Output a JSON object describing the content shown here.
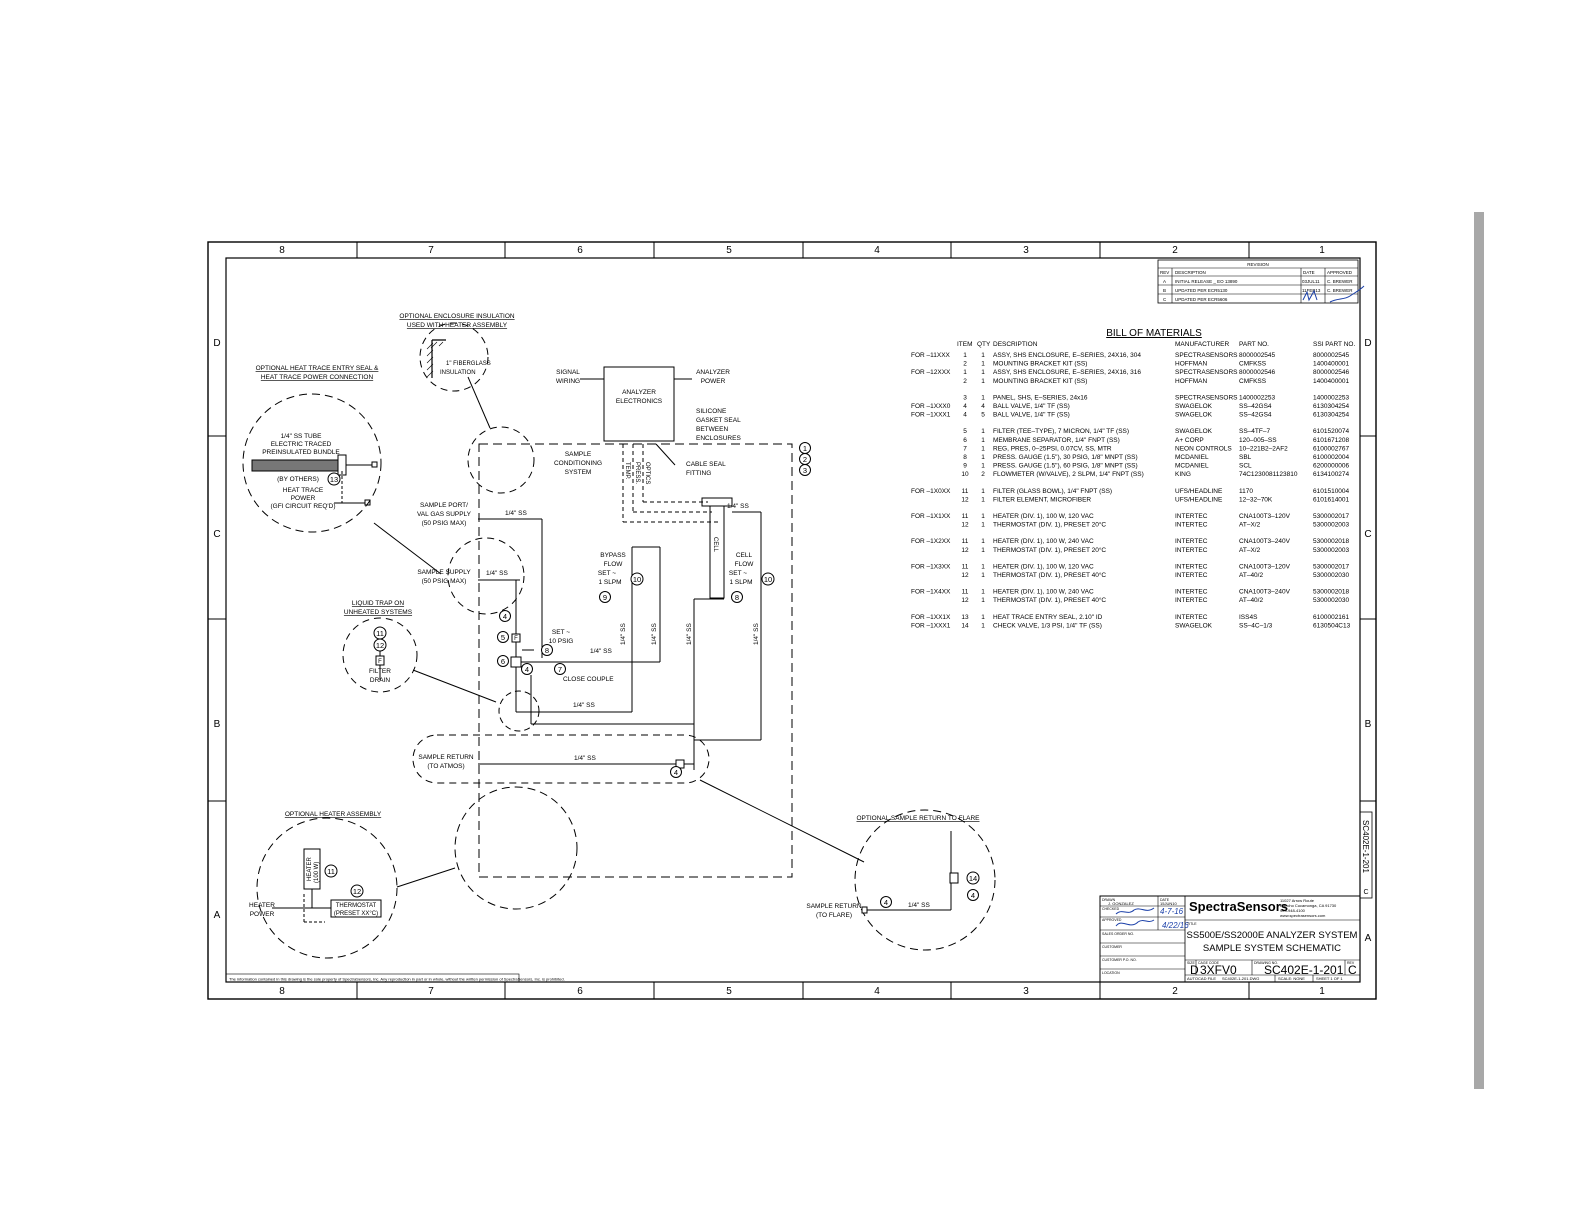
{
  "border": {
    "cols": [
      "8",
      "7",
      "6",
      "5",
      "4",
      "3",
      "2",
      "1"
    ],
    "rows": [
      "D",
      "C",
      "B",
      "A"
    ]
  },
  "revision": {
    "title": "REVISION",
    "headers": [
      "REV",
      "DESCRIPTION",
      "DATE",
      "APPROVED"
    ],
    "rows": [
      [
        "A",
        "INITIAL RELEASE _ EO 13890",
        "03JUL11",
        "C. BREWER"
      ],
      [
        "B",
        "UPDATED PER ECR5130",
        "11FEB13",
        "C. BREWER"
      ],
      [
        "C",
        "UPDATED PER ECR5606",
        "",
        ""
      ]
    ]
  },
  "bom": {
    "title": "BILL OF MATERIALS",
    "headers": {
      "item": "ITEM",
      "qty": "QTY",
      "desc": "DESCRIPTION",
      "mfr": "MANUFACTURER",
      "part": "PART NO.",
      "ssi": "SSI PART NO."
    },
    "rows": [
      {
        "for": "FOR –11XXX",
        "item": "1",
        "qty": "1",
        "desc": "ASSY, SHS ENCLOSURE, E–SERIES, 24X16, 304",
        "mfr": "SPECTRASENSORS",
        "part": "8000002545",
        "ssi": "8000002545"
      },
      {
        "for": "",
        "item": "2",
        "qty": "1",
        "desc": "MOUNTING BRACKET KIT (SS)",
        "mfr": "HOFFMAN",
        "part": "CMFKSS",
        "ssi": "1400400001"
      },
      {
        "for": "FOR –12XXX",
        "item": "1",
        "qty": "1",
        "desc": "ASSY, SHS ENCLOSURE, E–SERIES, 24X16, 316",
        "mfr": "SPECTRASENSORS",
        "part": "8000002546",
        "ssi": "8000002546"
      },
      {
        "for": "",
        "item": "2",
        "qty": "1",
        "desc": "MOUNTING BRACKET KIT (SS)",
        "mfr": "HOFFMAN",
        "part": "CMFKSS",
        "ssi": "1400400001"
      },
      {
        "for": "",
        "item": "3",
        "qty": "1",
        "desc": "PANEL, SHS, E–SERIES, 24x16",
        "mfr": "SPECTRASENSORS",
        "part": "1400002253",
        "ssi": "1400002253"
      },
      {
        "for": "FOR –1XXX0",
        "item": "4",
        "qty": "4",
        "desc": "BALL VALVE, 1/4\" TF (SS)",
        "mfr": "SWAGELOK",
        "part": "SS–42GS4",
        "ssi": "6130304254"
      },
      {
        "for": "FOR –1XXX1",
        "item": "4",
        "qty": "5",
        "desc": "BALL VALVE, 1/4\" TF (SS)",
        "mfr": "SWAGELOK",
        "part": "SS–42GS4",
        "ssi": "6130304254"
      },
      {
        "for": "",
        "item": "5",
        "qty": "1",
        "desc": "FILTER (TEE–TYPE), 7 MICRON, 1/4\" TF (SS)",
        "mfr": "SWAGELOK",
        "part": "SS–4TF–7",
        "ssi": "6101520074"
      },
      {
        "for": "",
        "item": "6",
        "qty": "1",
        "desc": "MEMBRANE SEPARATOR, 1/4\" FNPT (SS)",
        "mfr": "A+ CORP",
        "part": "120–005–SS",
        "ssi": "6101671208"
      },
      {
        "for": "",
        "item": "7",
        "qty": "1",
        "desc": "REG, PRES, 0–25PSI, 0.07CV, SS, MTR",
        "mfr": "NEON CONTROLS",
        "part": "10–221B2–2AF2",
        "ssi": "6100002767"
      },
      {
        "for": "",
        "item": "8",
        "qty": "1",
        "desc": "PRESS. GAUGE (1.5\"), 30 PSIG, 1/8\" MNPT (SS)",
        "mfr": "MCDANIEL",
        "part": "SBL",
        "ssi": "6100002004"
      },
      {
        "for": "",
        "item": "9",
        "qty": "1",
        "desc": "PRESS. GAUGE (1.5\"), 60 PSIG, 1/8\" MNPT (SS)",
        "mfr": "MCDANIEL",
        "part": "SCL",
        "ssi": "6200000006"
      },
      {
        "for": "",
        "item": "10",
        "qty": "2",
        "desc": "FLOWMETER (W/VALVE), 2 SLPM, 1/4\" FNPT (SS)",
        "mfr": "KING",
        "part": "74C1230081123810",
        "ssi": "6134100274"
      },
      {
        "for": "FOR –1X0XX",
        "item": "11",
        "qty": "1",
        "desc": "FILTER (GLASS BOWL), 1/4\" FNPT (SS)",
        "mfr": "UFS/HEADLINE",
        "part": "1170",
        "ssi": "6101510004"
      },
      {
        "for": "",
        "item": "12",
        "qty": "1",
        "desc": "FILTER ELEMENT, MICROFIBER",
        "mfr": "UFS/HEADLINE",
        "part": "12–32–70K",
        "ssi": "6101614001"
      },
      {
        "for": "FOR –1X1XX",
        "item": "11",
        "qty": "1",
        "desc": "HEATER (DIV. 1), 100 W, 120 VAC",
        "mfr": "INTERTEC",
        "part": "CNA100T3–120V",
        "ssi": "5300002017"
      },
      {
        "for": "",
        "item": "12",
        "qty": "1",
        "desc": "THERMOSTAT (DIV. 1), PRESET 20°C",
        "mfr": "INTERTEC",
        "part": "AT–X/2",
        "ssi": "5300002003"
      },
      {
        "for": "FOR –1X2XX",
        "item": "11",
        "qty": "1",
        "desc": "HEATER (DIV. 1), 100 W, 240 VAC",
        "mfr": "INTERTEC",
        "part": "CNA100T3–240V",
        "ssi": "5300002018"
      },
      {
        "for": "",
        "item": "12",
        "qty": "1",
        "desc": "THERMOSTAT (DIV. 1), PRESET 20°C",
        "mfr": "INTERTEC",
        "part": "AT–X/2",
        "ssi": "5300002003"
      },
      {
        "for": "FOR –1X3XX",
        "item": "11",
        "qty": "1",
        "desc": "HEATER (DIV. 1), 100 W, 120 VAC",
        "mfr": "INTERTEC",
        "part": "CNA100T3–120V",
        "ssi": "5300002017"
      },
      {
        "for": "",
        "item": "12",
        "qty": "1",
        "desc": "THERMOSTAT (DIV. 1), PRESET 40°C",
        "mfr": "INTERTEC",
        "part": "AT–40/2",
        "ssi": "5300002030"
      },
      {
        "for": "FOR –1X4XX",
        "item": "11",
        "qty": "1",
        "desc": "HEATER (DIV. 1), 100 W, 240 VAC",
        "mfr": "INTERTEC",
        "part": "CNA100T3–240V",
        "ssi": "5300002018"
      },
      {
        "for": "",
        "item": "12",
        "qty": "1",
        "desc": "THERMOSTAT (DIV. 1), PRESET 40°C",
        "mfr": "INTERTEC",
        "part": "AT–40/2",
        "ssi": "5300002030"
      },
      {
        "for": "FOR –1XX1X",
        "item": "13",
        "qty": "1",
        "desc": "HEAT TRACE ENTRY SEAL, 2.10\" ID",
        "mfr": "INTERTEC",
        "part": "ISS4S",
        "ssi": "6100002161"
      },
      {
        "for": "FOR –1XXX1",
        "item": "14",
        "qty": "1",
        "desc": "CHECK VALVE, 1/3 PSI, 1/4\" TF (SS)",
        "mfr": "SWAGELOK",
        "part": "SS–4C–1/3",
        "ssi": "6130504C13"
      }
    ]
  },
  "labels": {
    "enclosure_insulation": [
      "OPTIONAL ENCLOSURE INSULATION",
      "USED WITH HEATER ASSEMBLY"
    ],
    "fiberglass": [
      "1\" FIBERGLASS",
      "INSULATION"
    ],
    "heat_trace_title": [
      "OPTIONAL HEAT TRACE ENTRY SEAL &",
      "HEAT TRACE POWER CONNECTION"
    ],
    "tube_bundle": [
      "1/4\" SS TUBE",
      "ELECTRIC TRACED",
      "PREINSULATED BUNDLE"
    ],
    "by_others": "(BY OTHERS)",
    "heat_trace_power": [
      "HEAT TRACE",
      "POWER",
      "(GFI CIRCUIT REQ'D)"
    ],
    "signal_wiring": [
      "SIGNAL",
      "WIRING"
    ],
    "analyzer_power": [
      "ANALYZER",
      "POWER"
    ],
    "analyzer_electronics": [
      "ANALYZER",
      "ELECTRONICS"
    ],
    "silicone_seal": [
      "SILICONE",
      "GASKET SEAL",
      "BETWEEN",
      "ENCLOSURES"
    ],
    "cable_seal": [
      "CABLE SEAL",
      "FITTING"
    ],
    "sample_conditioning": [
      "SAMPLE",
      "CONDITIONING",
      "SYSTEM"
    ],
    "sensor_lines": [
      "TEMP.",
      "PRESS.",
      "OPTICS"
    ],
    "sample_port": [
      "SAMPLE PORT/",
      "VAL GAS SUPPLY",
      "(50 PSIG MAX)"
    ],
    "sample_supply": [
      "SAMPLE SUPPLY",
      "(50 PSIG MAX)"
    ],
    "liquid_trap": [
      "LIQUID TRAP ON",
      "UNHEATED SYSTEMS"
    ],
    "filter_drain": [
      "FILTER",
      "DRAIN"
    ],
    "bypass_flow": [
      "BYPASS",
      "FLOW",
      "SET ~",
      "1 SLPM"
    ],
    "cell_flow": [
      "CELL",
      "FLOW",
      "SET ~",
      "1 SLPM"
    ],
    "cell": "CELL",
    "set_psig": [
      "SET ~",
      "10 PSIG"
    ],
    "close_couple": "CLOSE COUPLE",
    "tube": "1/4\" SS",
    "sample_return": [
      "SAMPLE RETURN",
      "(TO ATMOS)"
    ],
    "heater_assembly_title": "OPTIONAL HEATER ASSEMBLY",
    "heater": [
      "HEATER",
      "(100 W)"
    ],
    "thermostat": [
      "THERMOSTAT",
      "(PRESET XX°C)"
    ],
    "heater_power": [
      "HEATER",
      "POWER"
    ],
    "return_flare_title": "OPTIONAL SAMPLE RETURN TO FLARE",
    "sample_return_flare": [
      "SAMPLE RETURN",
      "(TO FLARE)"
    ],
    "F": "F",
    "side_dwg": "SC402E-1-201",
    "side_rev": "C",
    "footer_note": "The information contained in this drawing is the sole property of SpectraSensors, Inc. Any reproduction in part or in whole, without the written permission of SpectraSensors, Inc. is prohibited."
  },
  "title_block": {
    "company": "SpectraSensors",
    "address": [
      "11027 Arrow Route",
      "Rancho Cucamonga, CA 91730",
      "909-948-4100",
      "www.spectrasensors.com"
    ],
    "drawn_label": "DRAWN",
    "drawn_by": "J. GONZALEZ",
    "date_label": "DATE",
    "drawn_date": "15JUN10",
    "checked_label": "CHECKED",
    "approved_label": "APPROVED",
    "sales_order_label": "SALES ORDER NO.",
    "customer_label": "CUSTOMER",
    "customer_po_label": "CUSTOMER P.O. NO.",
    "location_label": "LOCATION",
    "title_label": "TITLE",
    "title1": "SS500E/SS2000E ANALYZER SYSTEM",
    "title2": "SAMPLE SYSTEM SCHEMATIC",
    "size_label": "SIZE",
    "size": "D",
    "cage_label": "CAGE CODE",
    "cage": "3XFV0",
    "dwg_label": "DRAWING NO.",
    "dwg": "SC402E-1-201",
    "rev_label": "REV",
    "rev": "C",
    "autocad_label": "AUTOCAD FILE",
    "autocad": "SC402E-1-201.DWG",
    "scale": "SCALE: NONE",
    "sheet": "SHEET 1 OF 1",
    "sig1": "4-7-16",
    "sig2": "4/22/16"
  }
}
